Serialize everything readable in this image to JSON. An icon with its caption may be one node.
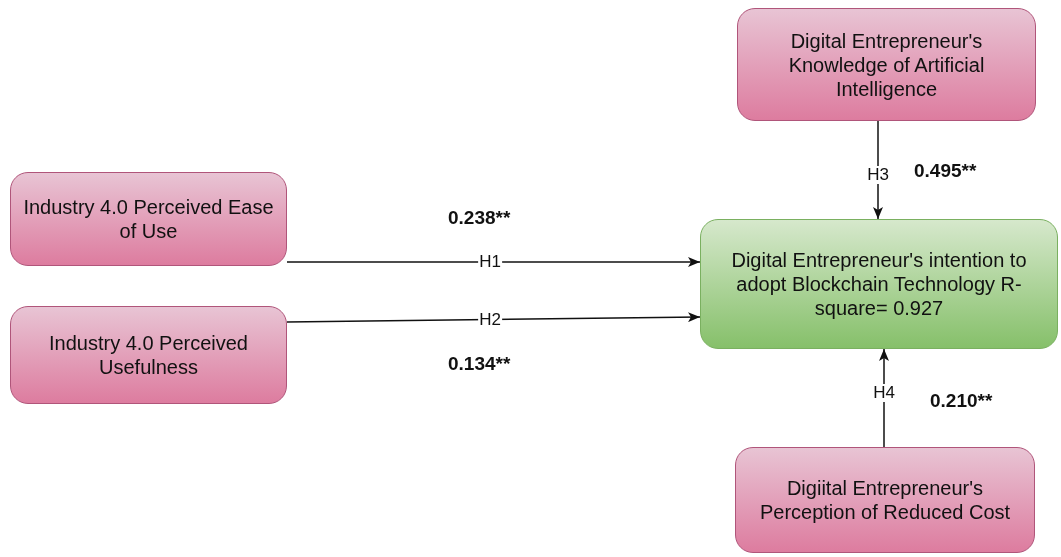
{
  "diagram": {
    "nodes": [
      {
        "text": [
          "Digital Entrepreneur's Knowledge of Artificial Intelligence"
        ]
      },
      {
        "text": [
          "Industry 4.0 Perceived Ease of Use"
        ]
      },
      {
        "text": [
          "Industry 4.0 Perceived Usefulness"
        ]
      },
      {
        "text": [
          "Digital Entrepreneur's intention to adopt Blockchain Technology R-square= 0.927"
        ]
      },
      {
        "text": [
          "Digiital Entrepreneur's Perception of Reduced Cost"
        ]
      }
    ],
    "edges": [
      {
        "from": 1,
        "to": 3,
        "arrow": "to",
        "label": "H1"
      },
      {
        "from": 2,
        "to": 3,
        "arrow": "to",
        "label": "H2"
      },
      {
        "from": 0,
        "to": 3,
        "arrow": "to",
        "label": "H3"
      },
      {
        "from": 4,
        "to": 3,
        "arrow": "to",
        "label": "H4"
      }
    ],
    "labels": [
      "0.495**",
      "0.238**",
      "0.134**",
      "0.210**"
    ]
  }
}
